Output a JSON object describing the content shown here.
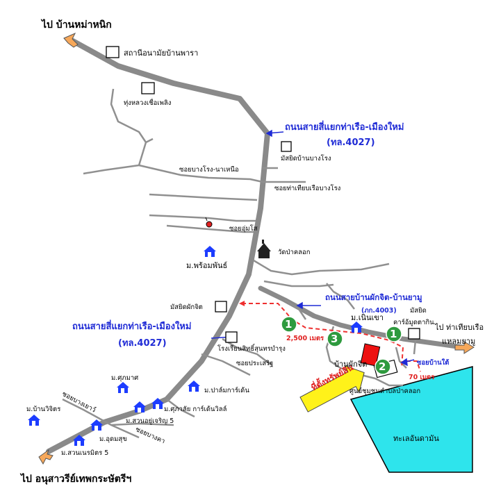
{
  "labels": {
    "to_ban_mae_nik": "ไป บ้านหม่าหนิก",
    "health_station": "สถานีอนามัยบ้านพารา",
    "thung_luang": "ทุ่งหลวงเชื่อเพลิง",
    "main_road_north": "ถนนสายสี่แยกท่าเรือ-เมืองใหม่",
    "main_road_north_code": "(ทล.4027)",
    "mosque_bang_rong": "มัสยิดบ้านบางโรง",
    "soi_bang_rong_north": "ซอยบางโรง-นาเหนือ",
    "soi_pier_bang_rong": "ซอยท่าเทียบเรือบางโรง",
    "soi_um_sot": "ซอยอุ่มโส",
    "wat_pa_khlok": "วัดป่าคลอก",
    "m_phrom_phan": "ม.พร้อมพันธ์",
    "mosque_pak_chit": "มัสยิดผักจิต",
    "road_ban_pak_chit": "ถนนสายบ้านผักจิต-บ้านยามู",
    "road_ban_pak_chit_code": "(ภก.4003)",
    "mosque_right": "มัสยิด",
    "m_noen_khao": "ม.เนินเขา",
    "cafe": "คาร์อ้มูดตากิน",
    "to_pier": "ไป ท่าเทียบเรือ",
    "laem_yamu": "แหลมยามู",
    "main_road_south": "ถนนสายสี่แยกท่าเรือ-เมืองใหม่",
    "main_road_south_code": "(ทล.4027)",
    "distance_2500": "2,500 เมตร",
    "school": "โรงเรียนสิทธิ์สุนทรบำรุง",
    "soi_prasert": "ซอยประเสริฐ",
    "ban_pak_chit": "บ้านผักจิต",
    "soi_ban_tai": "ซอยบ้านใต้",
    "distance_70": "70 เมตร",
    "community_center": "ศูนย์ชุมชนตำบลป่าคลอก",
    "office_sign": "ที่ตั้งทรัพย์สิน",
    "andaman_sea": "ทะเลอันดามัน",
    "m_suphamat": "ม.ศุภมาศ",
    "m_palm_garden": "ม.ปาล์มการ์เด้น",
    "soi_bang_yao": "ซอยบางเยาว์",
    "m_ban_wichit": "ม.บ้านวิจิตร",
    "m_suan_yu_charoen": "ม.สวนอยู่เจริญ 5",
    "m_suphalai": "ม.ศุภาลัย การ์เด้นวิลล์",
    "soi_bang_kha": "ซอยบางคา",
    "m_udom_suk": "ม.อุดมสุข",
    "m_suan_nermit": "ม.สวนเนรมิตร 5",
    "to_monument": "ไป อนุสาวรีย์เทพกระษัตรีฯ"
  },
  "markers": [
    "1",
    "1",
    "2",
    "3"
  ],
  "colors": {
    "road": "#8a8a8a",
    "thin_road": "#909090",
    "sea": "#2ee4ec",
    "marker_green": "#2e9a3e",
    "route_red": "#ee3030",
    "arrow_blue": "#1f2bd6",
    "sign_yellow": "#fff21a",
    "arrow_orange": "#f7a85a",
    "property_red": "#ee1111",
    "village_blue": "#1c3cff"
  }
}
